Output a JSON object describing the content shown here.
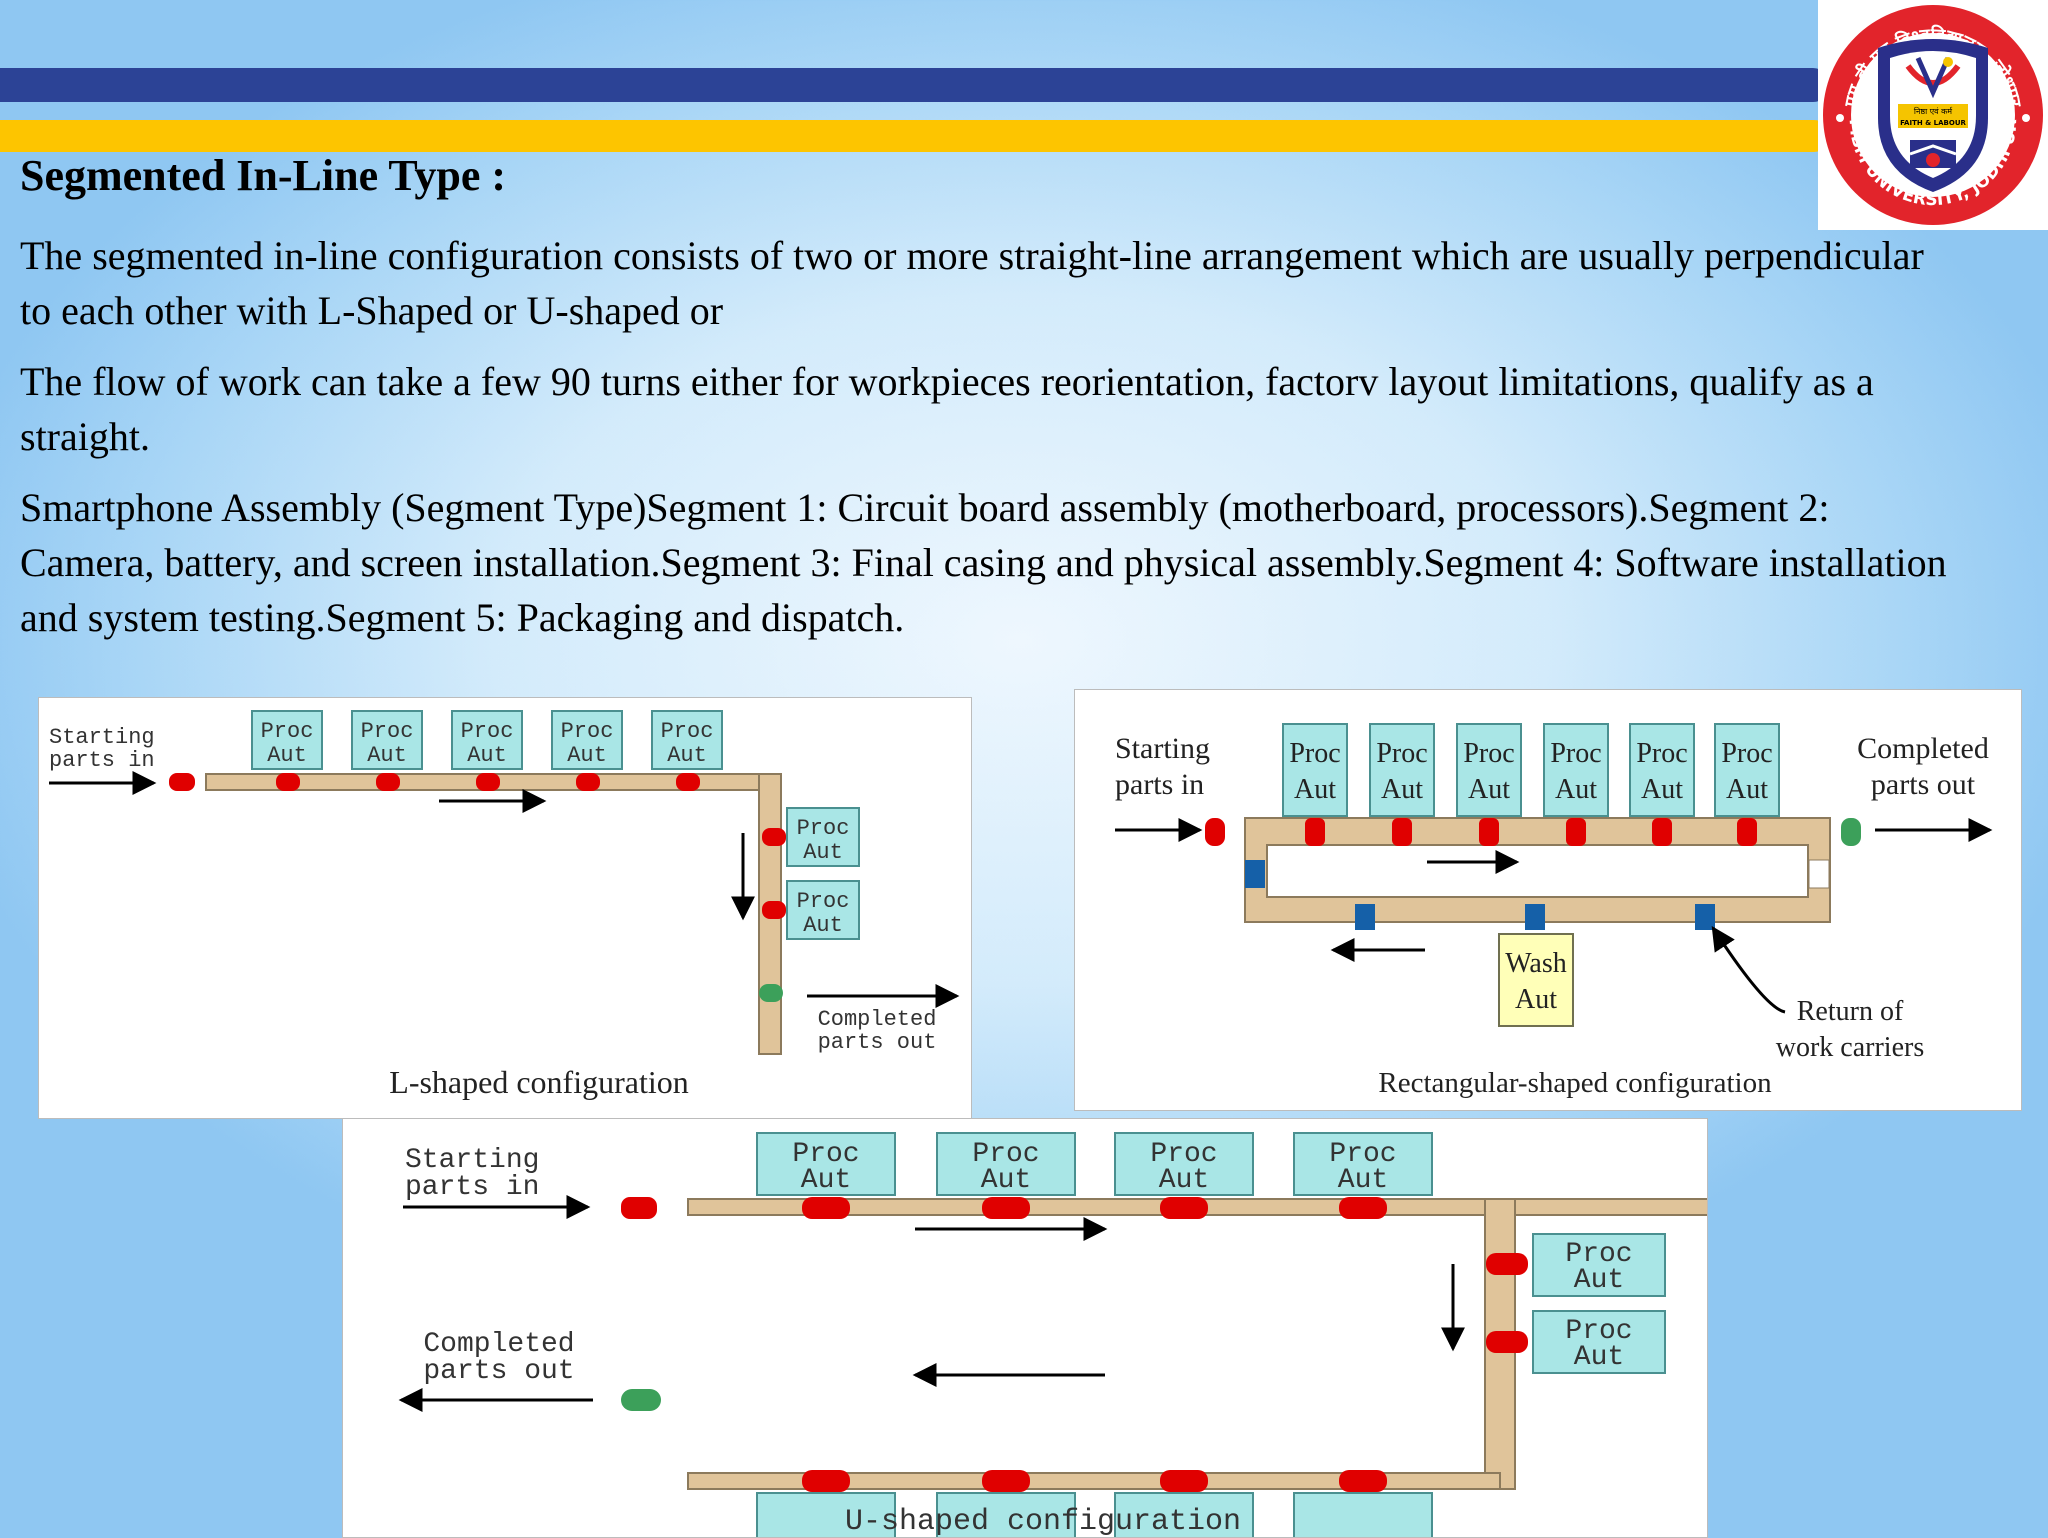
{
  "slide": {
    "title": "Segmented In-Line Type :",
    "paragraphs": [
      "The segmented in-line configuration consists of two or more straight-line arrangement which are usually perpendicular to each other with L-Shaped or U-shaped or",
      "The flow of work can take a few 90 turns either for workpieces reorientation, factorv layout limitations, qualify as a straight.",
      "Smartphone Assembly (Segment Type)Segment 1: Circuit board assembly (motherboard, processors).Segment 2: Camera, battery, and screen installation.Segment 3: Final casing and physical assembly.Segment 4: Software installation and system testing.Segment 5: Packaging and dispatch."
    ]
  },
  "logo": {
    "top_text": "एम बी एम विश्वविद्यालय, जोधपुर",
    "bottom_text": "MBM UNIVERSITY, JODHPUR",
    "motto_hindi": "निष्ठा एवं कर्म",
    "motto_english": "FAITH & LABOUR",
    "colors": {
      "ring": "#e2242b",
      "shield": "#2a2f8a",
      "gold": "#f5c400"
    }
  },
  "station_label": {
    "line1": "Proc",
    "line2": "Aut"
  },
  "wash_label": {
    "line1": "Wash",
    "line2": "Aut"
  },
  "figures": {
    "l_shaped": {
      "start_line1": "Starting",
      "start_line2": "parts in",
      "end_line1": "Completed",
      "end_line2": "parts out",
      "caption": "L-shaped configuration"
    },
    "rectangular": {
      "start_line1": "Starting",
      "start_line2": "parts in",
      "end_line1": "Completed",
      "end_line2": "parts out",
      "return_line1": "Return of",
      "return_line2": "work carriers",
      "caption": "Rectangular-shaped configuration"
    },
    "u_shaped": {
      "start_line1": "Starting",
      "start_line2": "parts in",
      "end_line1": "Completed",
      "end_line2": "parts out",
      "caption": "U-shaped configuration"
    }
  },
  "colors": {
    "header_blue": "#2c4396",
    "header_gold": "#fdc500",
    "station_fill": "#a9e6e6",
    "conveyor": "#e0c49a",
    "carrier_red": "#e00000",
    "finished_green": "#3ca05a"
  }
}
